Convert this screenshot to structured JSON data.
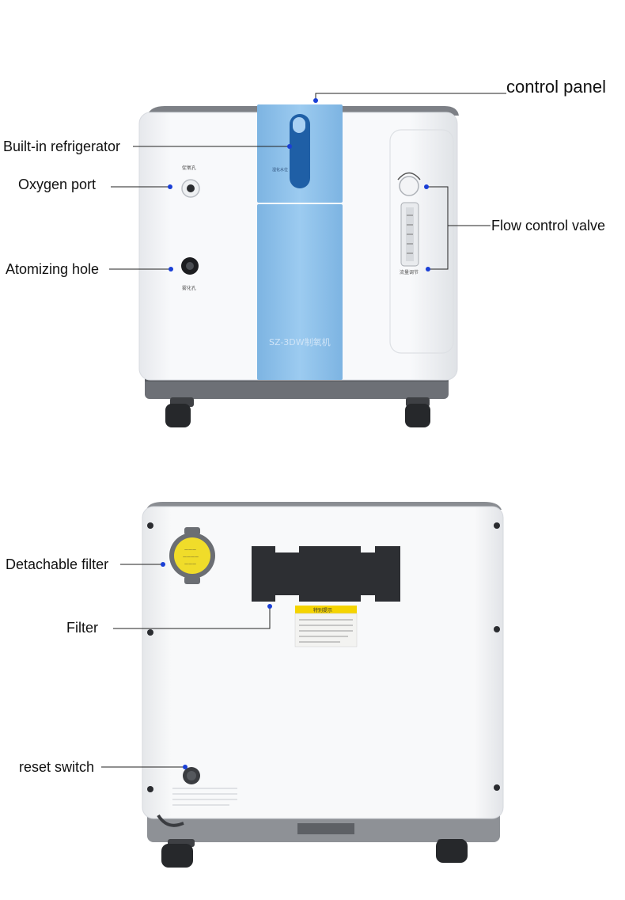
{
  "labels": {
    "control_panel": "control panel",
    "built_in_refrigerator": "Built-in refrigerator",
    "oxygen_port": "Oxygen port",
    "atomizing_hole": "Atomizing hole",
    "flow_control_valve": "Flow control valve",
    "detachable_filter": "Detachable filter",
    "filter": "Filter",
    "reset_switch": "reset switch"
  },
  "device": {
    "model_text": "SZ-3DW制氧机",
    "oxygen_port_caption": "促氧孔",
    "atomizing_hole_caption": "雾化孔",
    "flow_caption": "流量调节",
    "warning_title": "特别提示"
  },
  "colors": {
    "accent_blue": "#8fc3ec",
    "pointer_dot": "#1a3fd6",
    "body_white": "#f4f5f7",
    "base_gray": "#6d7076"
  }
}
